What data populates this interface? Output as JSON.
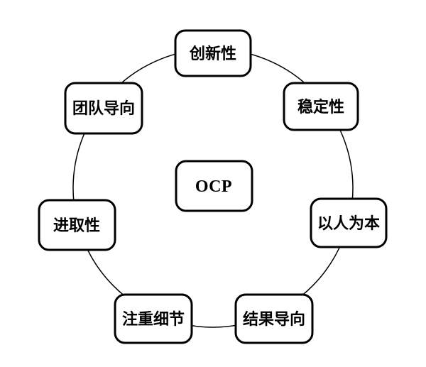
{
  "diagram": {
    "center": {
      "label": "OCP"
    },
    "nodes": [
      {
        "label": "创新性",
        "position": "top"
      },
      {
        "label": "稳定性",
        "position": "top-right"
      },
      {
        "label": "以人为本",
        "position": "right"
      },
      {
        "label": "结果导向",
        "position": "bottom-right"
      },
      {
        "label": "注重细节",
        "position": "bottom-left"
      },
      {
        "label": "进取性",
        "position": "left"
      },
      {
        "label": "团队导向",
        "position": "top-left"
      }
    ],
    "colors": {
      "background": "#ffffff",
      "node_fill": "#ffffff",
      "node_stroke": "#000000",
      "circle_stroke": "#000000",
      "text": "#000000"
    }
  }
}
